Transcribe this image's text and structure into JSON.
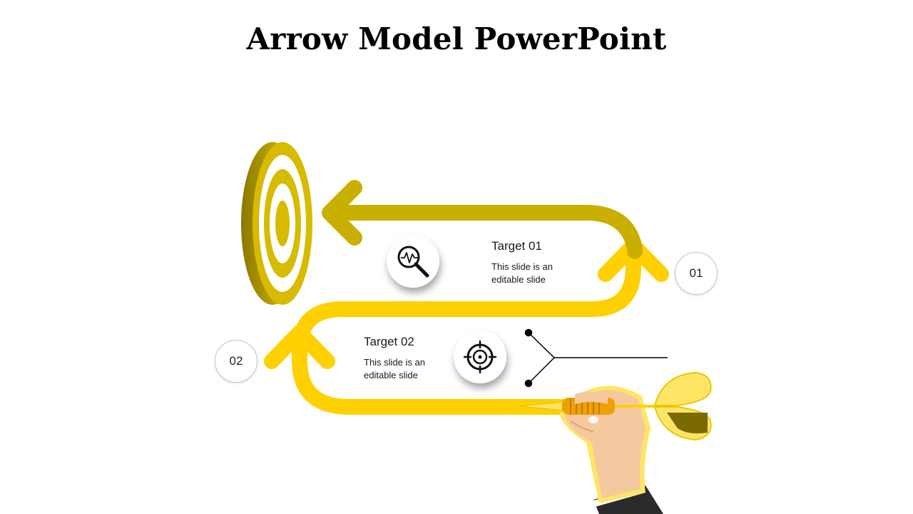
{
  "title": "Arrow Model PowerPoint",
  "steps": [
    {
      "number": "01",
      "heading": "Target 01",
      "body_line1": "This slide is an",
      "body_line2": "editable slide",
      "icon": "magnifier-pulse-icon"
    },
    {
      "number": "02",
      "heading": "Target 02",
      "body_line1": "This slide is an",
      "body_line2": "editable slide",
      "icon": "crosshair-target-icon"
    }
  ],
  "colors": {
    "upper_arrow": "#c9b000",
    "lower_arrow": "#ffd000",
    "target": "#d4b800",
    "dart": "#ffe566",
    "skin": "#f5c9a0",
    "sleeve": "#2b2b2b"
  }
}
